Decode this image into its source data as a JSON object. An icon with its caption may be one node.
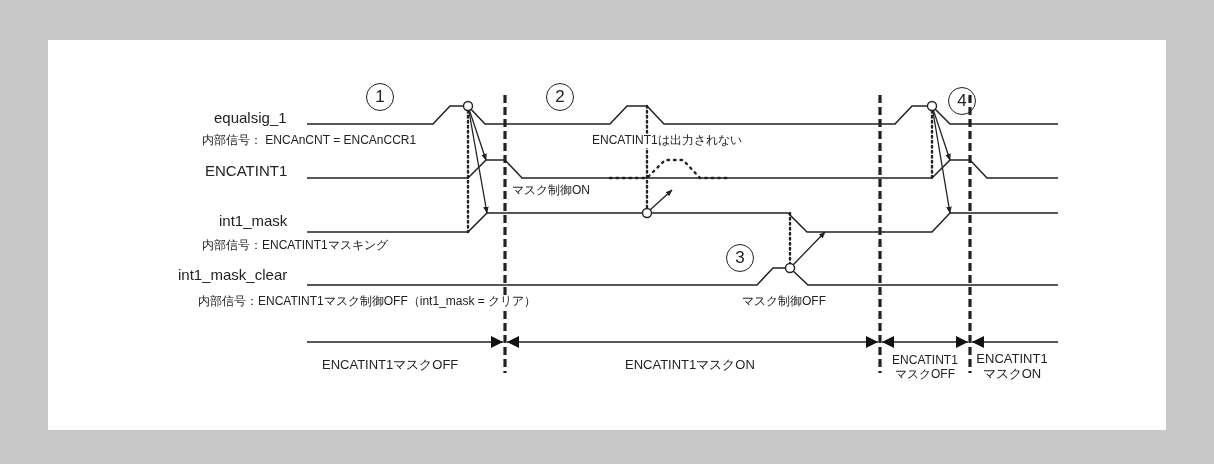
{
  "diagram": {
    "nodes": [
      {
        "text": [
          "1"
        ]
      },
      {
        "text": [
          "2"
        ]
      },
      {
        "text": [
          "3"
        ]
      },
      {
        "text": [
          "4"
        ]
      }
    ],
    "labels": [
      "equalsig_1",
      "内部信号： ENCAnCNT = ENCAnCCR1",
      "ENCATINT1は出力されない",
      "ENCATINT1",
      "マスク制御ON",
      "int1_mask",
      "内部信号：ENCATINT1マスキング",
      "int1_mask_clear",
      "内部信号：ENCATINT1マスク制御OFF（int1_mask = クリア）",
      "マスク制御OFF",
      "ENCATINT1マスクOFF",
      "ENCATINT1マスクON",
      "ENCATINT1マスクOFF",
      "ENCATINT1マスクON"
    ]
  }
}
